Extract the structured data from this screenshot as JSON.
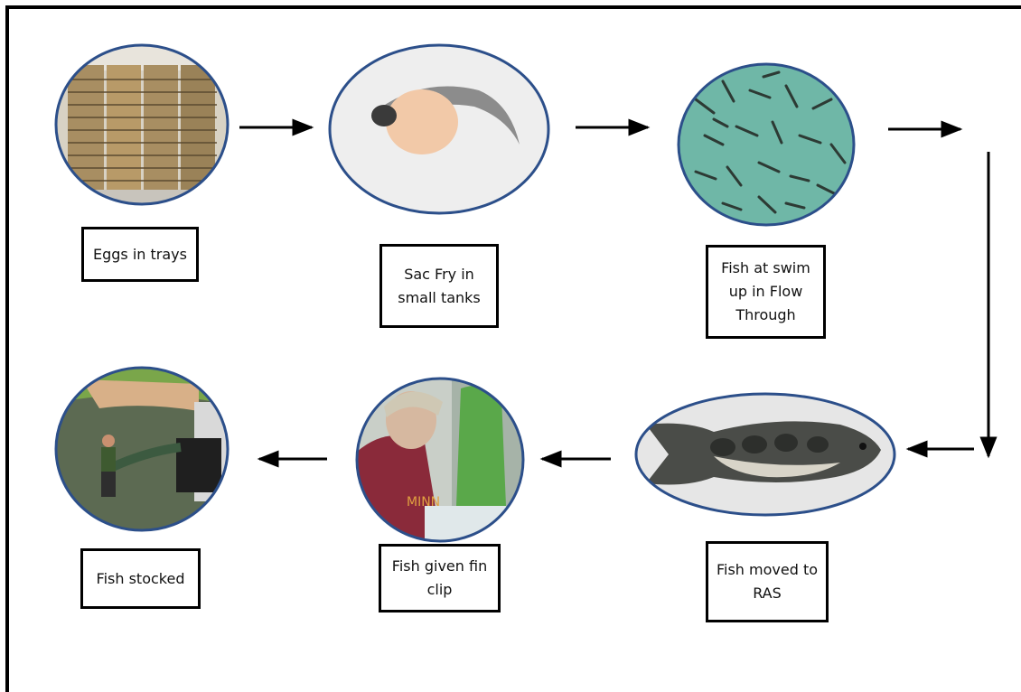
{
  "stages": [
    {
      "id": "eggs",
      "label": "Eggs in trays"
    },
    {
      "id": "sacfry",
      "label": "Sac Fry in small tanks"
    },
    {
      "id": "swimup",
      "label": "Fish at swim up in Flow Through"
    },
    {
      "id": "ras",
      "label": "Fish moved to RAS"
    },
    {
      "id": "finclip",
      "label": "Fish given fin clip"
    },
    {
      "id": "stocked",
      "label": "Fish stocked"
    }
  ],
  "colors": {
    "arrow": "#000000",
    "photo_border": "#2c4f8a",
    "frame": "#000000"
  },
  "flow": [
    "eggs",
    "sacfry",
    "swimup",
    "ras",
    "finclip",
    "stocked"
  ]
}
